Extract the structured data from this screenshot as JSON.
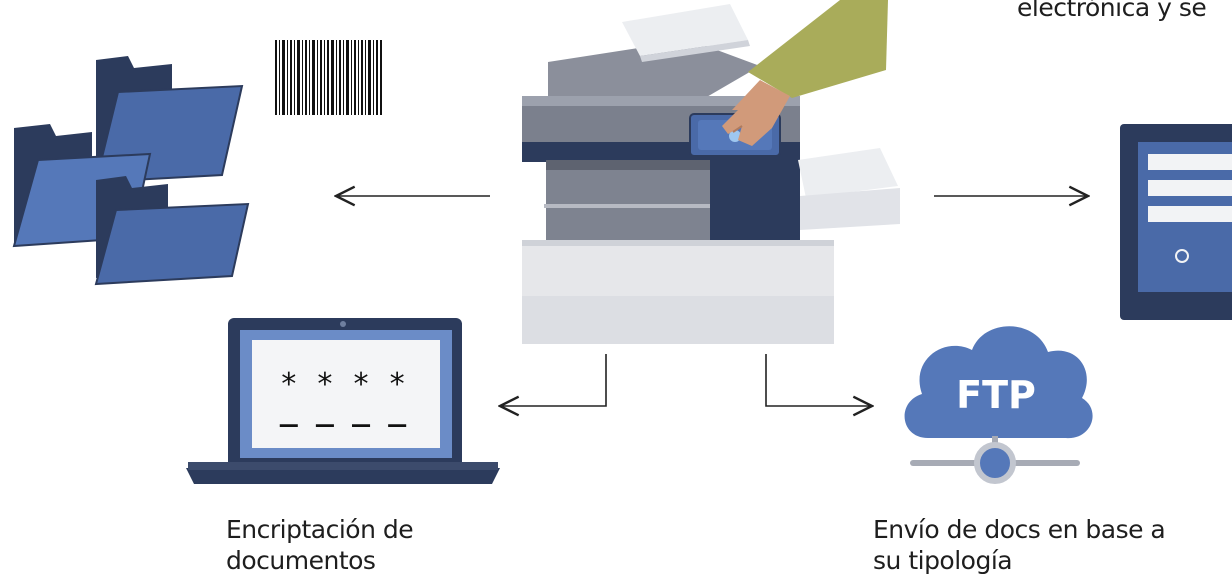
{
  "labels": {
    "top_right": "electrónica y se",
    "encryption_line1": "Encriptación de",
    "encryption_line2": "documentos",
    "dispatch_line1": "Envío de docs en base a",
    "dispatch_line2": "su tipología"
  },
  "laptop": {
    "asterisks": "* * * *",
    "dashes": "_ _ _ _"
  },
  "cloud": {
    "text": "FTP"
  },
  "icons": [
    "folders-icon",
    "barcode-icon",
    "printer-icon",
    "hand-icon",
    "laptop-icon",
    "server-icon",
    "ftp-cloud-icon"
  ],
  "colors": {
    "navy": "#2c3b5c",
    "blue": "#4a6aa8",
    "light_blue": "#5578b9",
    "gray": "#8b8f9b",
    "light_gray": "#e6e7ea",
    "olive": "#a9ac5a",
    "skin": "#d19a7a"
  }
}
